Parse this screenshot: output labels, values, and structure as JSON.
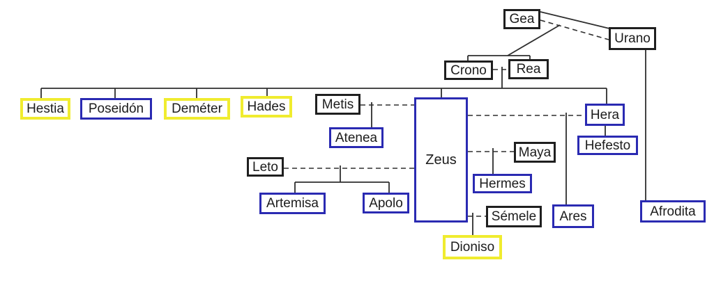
{
  "diagram_type": "family-tree",
  "colors": {
    "yellow": "#f0ec2f",
    "blue": "#2a2ab2",
    "black": "#1f1f1f",
    "line": "#2e2e2e",
    "text": "#1c1c1c",
    "background": "#ffffff"
  },
  "nodes": {
    "gea": {
      "label": "Gea",
      "border": "black"
    },
    "urano": {
      "label": "Urano",
      "border": "black"
    },
    "crono": {
      "label": "Crono",
      "border": "black"
    },
    "rea": {
      "label": "Rea",
      "border": "black"
    },
    "hestia": {
      "label": "Hestia",
      "border": "yellow"
    },
    "poseidon": {
      "label": "Poseidón",
      "border": "blue"
    },
    "demeter": {
      "label": "Deméter",
      "border": "yellow"
    },
    "hades": {
      "label": "Hades",
      "border": "yellow"
    },
    "metis": {
      "label": "Metis",
      "border": "black"
    },
    "atenea": {
      "label": "Atenea",
      "border": "blue"
    },
    "zeus": {
      "label": "Zeus",
      "border": "blue"
    },
    "leto": {
      "label": "Leto",
      "border": "black"
    },
    "artemisa": {
      "label": "Artemisa",
      "border": "blue"
    },
    "apolo": {
      "label": "Apolo",
      "border": "blue"
    },
    "maya": {
      "label": "Maya",
      "border": "black"
    },
    "hermes": {
      "label": "Hermes",
      "border": "blue"
    },
    "hera": {
      "label": "Hera",
      "border": "blue"
    },
    "hefesto": {
      "label": "Hefesto",
      "border": "blue"
    },
    "ares": {
      "label": "Ares",
      "border": "blue"
    },
    "semele": {
      "label": "Sémele",
      "border": "black"
    },
    "dioniso": {
      "label": "Dioniso",
      "border": "yellow"
    },
    "afrodita": {
      "label": "Afrodita",
      "border": "blue"
    }
  },
  "edges": [
    {
      "type": "union",
      "style": "solid+dashed",
      "between": [
        "gea",
        "urano"
      ]
    },
    {
      "type": "parent-child",
      "parents": [
        "gea",
        "urano"
      ],
      "children": [
        "crono",
        "rea"
      ]
    },
    {
      "type": "union",
      "style": "dashed",
      "between": [
        "crono",
        "rea"
      ]
    },
    {
      "type": "parent-child",
      "parents": [
        "crono",
        "rea"
      ],
      "children": [
        "hestia",
        "poseidon",
        "demeter",
        "hades",
        "zeus",
        "hera"
      ]
    },
    {
      "type": "union",
      "style": "dashed",
      "between": [
        "zeus",
        "metis"
      ]
    },
    {
      "type": "parent-child",
      "parents": [
        "zeus",
        "metis"
      ],
      "children": [
        "atenea"
      ]
    },
    {
      "type": "union",
      "style": "dashed",
      "between": [
        "zeus",
        "leto"
      ]
    },
    {
      "type": "parent-child",
      "parents": [
        "zeus",
        "leto"
      ],
      "children": [
        "artemisa",
        "apolo"
      ]
    },
    {
      "type": "union",
      "style": "dashed",
      "between": [
        "zeus",
        "maya"
      ]
    },
    {
      "type": "parent-child",
      "parents": [
        "zeus",
        "maya"
      ],
      "children": [
        "hermes"
      ]
    },
    {
      "type": "union",
      "style": "dashed",
      "between": [
        "zeus",
        "hera"
      ]
    },
    {
      "type": "parent-child",
      "parents": [
        "zeus",
        "hera"
      ],
      "children": [
        "ares"
      ]
    },
    {
      "type": "parent-child",
      "parents": [
        "hera"
      ],
      "children": [
        "hefesto"
      ]
    },
    {
      "type": "union",
      "style": "dashed",
      "between": [
        "zeus",
        "semele"
      ]
    },
    {
      "type": "parent-child",
      "parents": [
        "zeus",
        "semele"
      ],
      "children": [
        "dioniso"
      ]
    },
    {
      "type": "parent-child",
      "parents": [
        "urano"
      ],
      "children": [
        "afrodita"
      ]
    }
  ]
}
